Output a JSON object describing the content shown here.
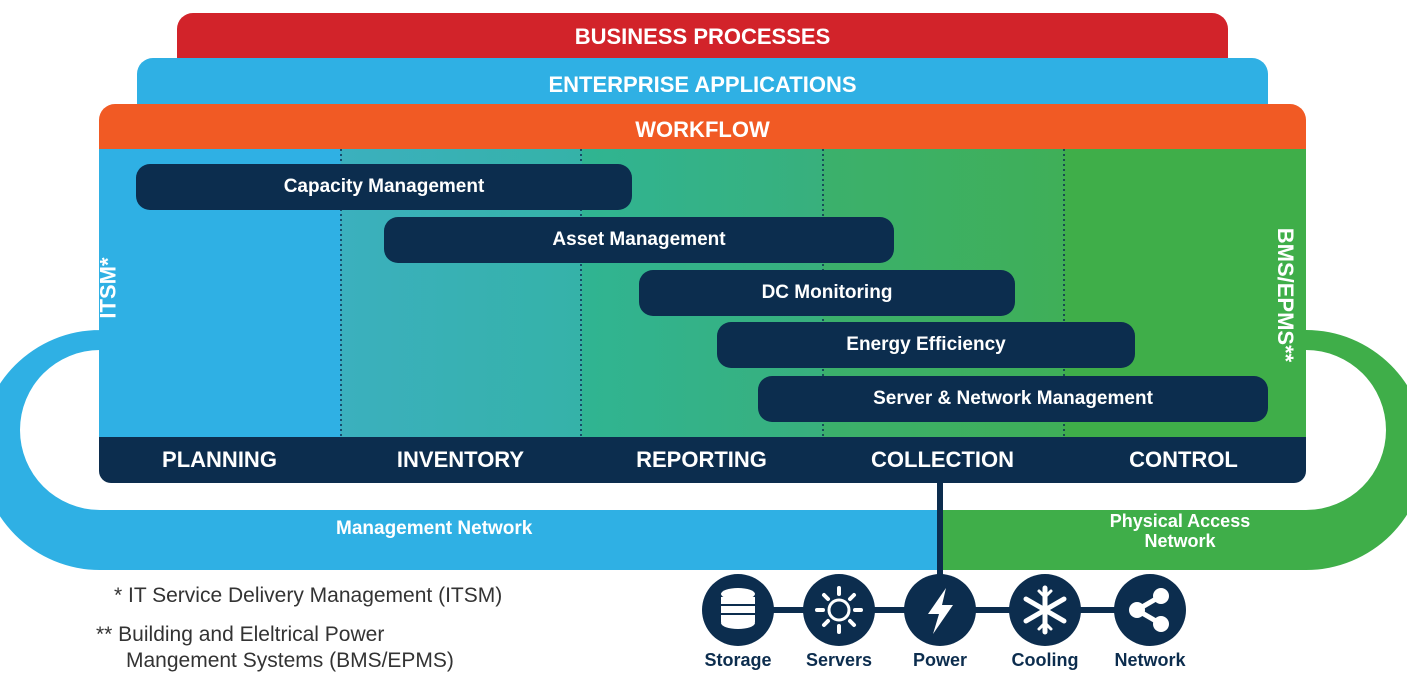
{
  "layers": {
    "business_processes": "BUSINESS PROCESSES",
    "enterprise_applications": "ENTERPRISE APPLICATIONS",
    "workflow": "WORKFLOW"
  },
  "side_labels": {
    "left": "ITSM*",
    "right": "BMS/EPMS**"
  },
  "functions": [
    "Capacity Management",
    "Asset Management",
    "DC Monitoring",
    "Energy Efficiency",
    "Server & Network Management"
  ],
  "stages": [
    "PLANNING",
    "INVENTORY",
    "REPORTING",
    "COLLECTION",
    "CONTROL"
  ],
  "networks": {
    "management": "Management Network",
    "physical_line1": "Physical Access",
    "physical_line2": "Network"
  },
  "devices": [
    {
      "label": "Storage",
      "icon": "database-icon"
    },
    {
      "label": "Servers",
      "icon": "sun-icon"
    },
    {
      "label": "Power",
      "icon": "lightning-icon"
    },
    {
      "label": "Cooling",
      "icon": "snowflake-icon"
    },
    {
      "label": "Network",
      "icon": "share-icon"
    }
  ],
  "footnotes": {
    "itsm": "* IT Service Delivery Management (ITSM)",
    "bms_line1": "** Building and Eleltrical Power",
    "bms_line2": "Mangement Systems (BMS/EPMS)"
  },
  "colors": {
    "business_processes": "#d2232a",
    "enterprise_applications": "#2fb0e4",
    "workflow": "#f15a24",
    "navy": "#0c2d4e",
    "green": "#3fae49",
    "blue": "#2fb0e4"
  }
}
